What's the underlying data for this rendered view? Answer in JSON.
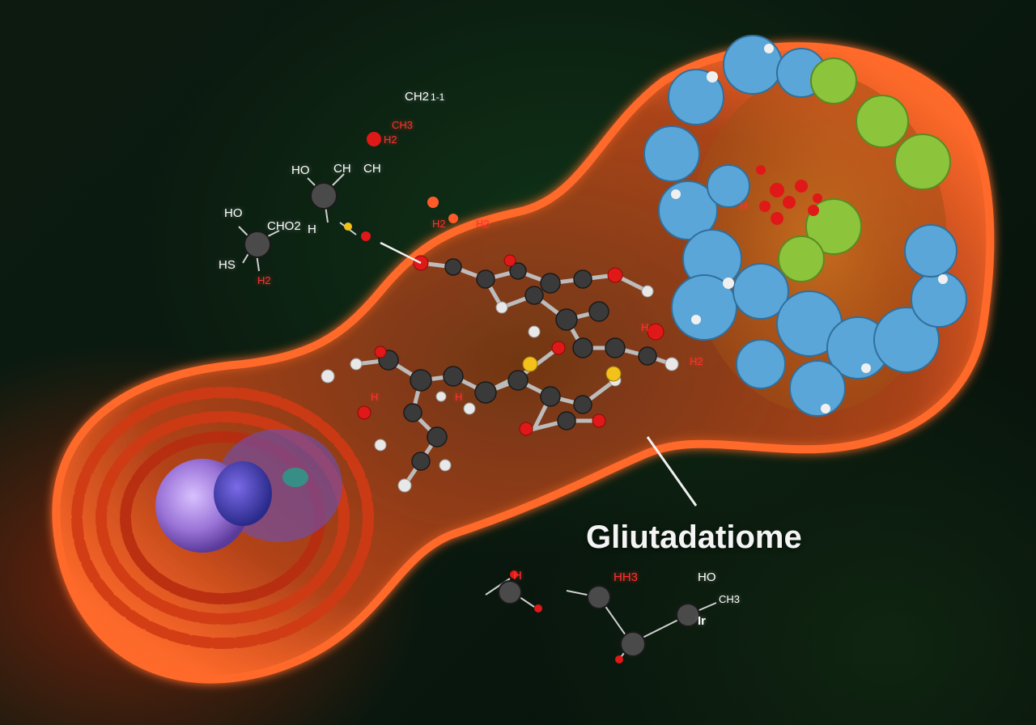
{
  "title_label": "Gliutadatiome",
  "formula_labels": {
    "top_ch": "CH2",
    "top_ch_suffix": "1-1",
    "red_top_a": "CH3",
    "red_top_b": "H2",
    "mid_ho": "HO",
    "mid_ch": "CH",
    "mid_ch2": "CH",
    "mid_h": "H",
    "left_ho": "HO",
    "left_cho": "CHO2",
    "left_hs": "HS",
    "left_red": "H2",
    "red_mid_a": "H2",
    "red_mid_b": "H2",
    "red_chain_a": "H",
    "red_right_a": "H",
    "red_right_b": "H2",
    "red_bottom_a": "H",
    "red_bottom_b": "H",
    "bottom_red_h": "H",
    "bottom_hh3": "HH3",
    "bottom_ho": "HO",
    "bottom_ch3": "CH3",
    "bottom_ir": "Ir"
  },
  "colors": {
    "membrane": "#e8501e",
    "membrane_inner": "#c8421a",
    "protein_blue": "#5aa6d8",
    "protein_green": "#8cc43c",
    "atom_carbon": "#3a3a3a",
    "atom_oxygen": "#e01818",
    "atom_hydrogen": "#e8e8e8",
    "atom_sulfur": "#f2c21a",
    "nucleus": "#9b74d8"
  },
  "icons": [
    "cell-membrane-illustration",
    "molecule-ball-and-stick",
    "protein-spacefill",
    "cell-nucleus"
  ]
}
